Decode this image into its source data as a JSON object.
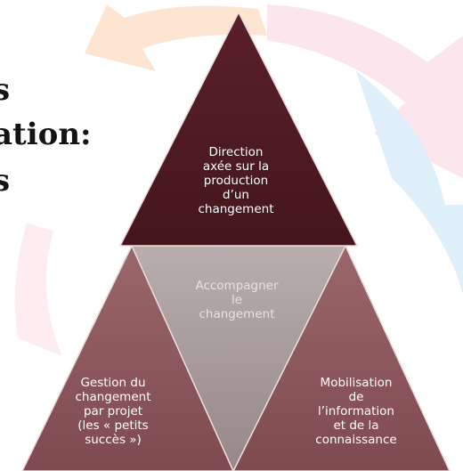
{
  "heading": {
    "line1": "s",
    "line2": "ation:",
    "line3": "s"
  },
  "diagram": {
    "top": "Direction\naxée sur la\nproduction\nd’un\nchangement",
    "center": "Accompagner\nle\nchangement",
    "left": "Gestion du\nchangement\npar projet\n(les « petits\nsuccès »)",
    "right": "Mobilisation\nde\nl’information\net de la\nconnaissance"
  },
  "colors": {
    "triangle_top": "#4e1a21",
    "triangle_side": "#8d5a5e",
    "triangle_center": "#a89b9c",
    "swirl_orange": "#fde2cc",
    "swirl_blue": "#dbeefa",
    "swirl_pink": "#fbe3ec"
  }
}
